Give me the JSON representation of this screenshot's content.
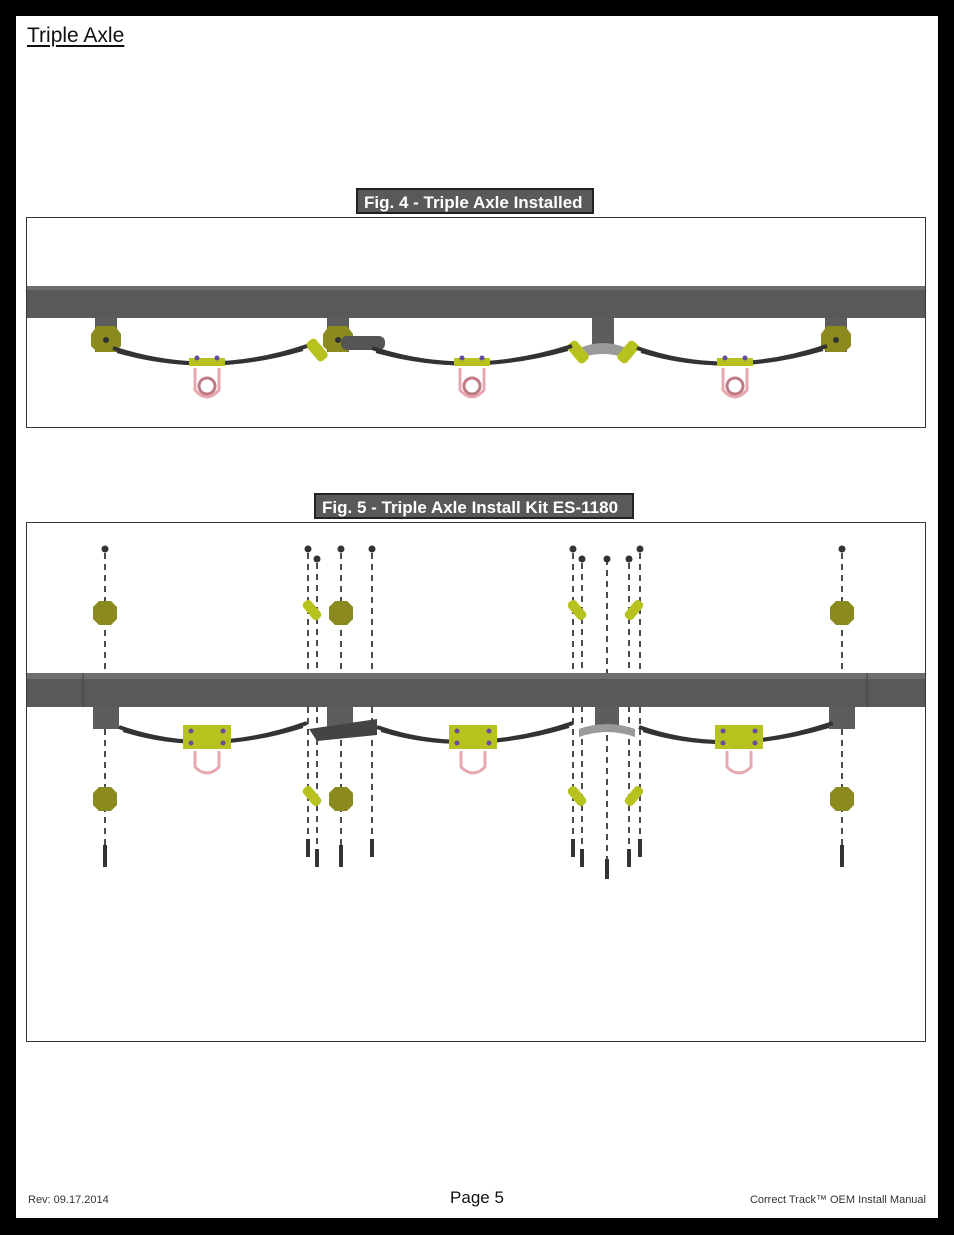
{
  "header": {
    "title": "Triple Axle"
  },
  "figures": {
    "fig4": {
      "label": "Fig. 4 - Triple Axle Installed"
    },
    "fig5": {
      "label": "Fig. 5 - Triple Axle Install Kit ES-1180"
    }
  },
  "footer": {
    "revision": "Rev: 09.17.2014",
    "page": "Page 5",
    "manual": "Correct Track™ OEM Install Manual"
  },
  "colors": {
    "frame": "#58595b",
    "hanger_plate": "#8a8a1e",
    "link": "#b8c21f",
    "ubolt": "#e8a8b0",
    "spring": "#333333",
    "page_border": "#000000"
  }
}
